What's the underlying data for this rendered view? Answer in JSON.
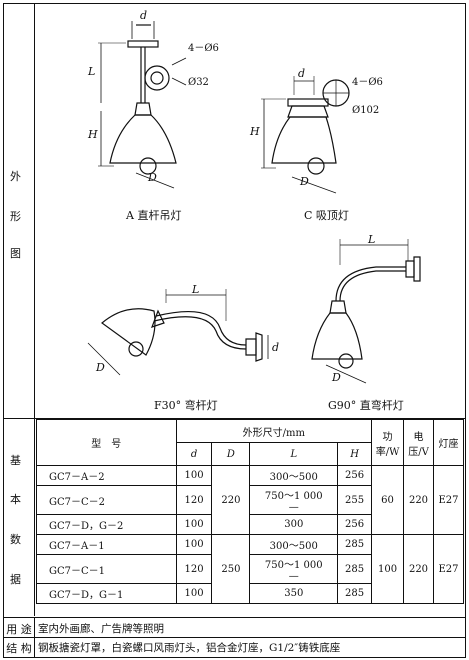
{
  "side_labels": {
    "appearance": [
      "外",
      "形",
      "图"
    ],
    "basic_data": [
      "基",
      "本",
      "数",
      "据"
    ],
    "usage": "用 途",
    "structure": "结 构"
  },
  "drawings": {
    "a_caption": "A 直杆吊灯",
    "c_caption": "C 吸顶灯",
    "f_caption": "F30° 弯杆灯",
    "g_caption": "G90° 直弯杆灯",
    "dim_d": "d",
    "dim_L": "L",
    "dim_H": "H",
    "dim_D": "D",
    "a_holes": "4－Ø6",
    "a_dia": "Ø32",
    "c_holes": "4－Ø6",
    "c_dia": "Ø102"
  },
  "table": {
    "headers": {
      "model": "型　号",
      "size": "外形尺寸/mm",
      "power": "功率/W",
      "voltage": "电压/V",
      "socket": "灯座",
      "d": "d",
      "D": "D",
      "L": "L",
      "H": "H"
    },
    "group1": {
      "rows": [
        {
          "model": "GC7－A－2",
          "d": "100",
          "L": "300～500",
          "H": "256"
        },
        {
          "model": "GC7－C－2",
          "d": "120",
          "L": "750～1 000",
          "L2": "—",
          "H": "255"
        },
        {
          "model": "GC7－D，G－2",
          "d": "100",
          "L": "300",
          "H": "256"
        }
      ],
      "D": "220",
      "power": "60",
      "voltage": "220",
      "socket": "E27"
    },
    "group2": {
      "rows": [
        {
          "model": "GC7－A－1",
          "d": "100",
          "L": "300～500",
          "H": "285"
        },
        {
          "model": "GC7－C－1",
          "d": "120",
          "L": "750～1 000",
          "L2": "—",
          "H": "285"
        },
        {
          "model": "GC7－D，G－1",
          "d": "100",
          "L": "350",
          "H": "285"
        }
      ],
      "D": "250",
      "power": "100",
      "voltage": "220",
      "socket": "E27"
    }
  },
  "usage_text": "室内外画廊、广告牌等照明",
  "structure_text": "钢板搪瓷灯罩，白瓷螺口风雨灯头，铝合金灯座，G1/2″铸铁底座"
}
